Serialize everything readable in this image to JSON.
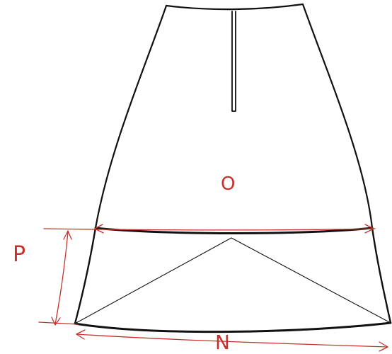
{
  "labels": {
    "o": "O",
    "p": "P",
    "n": "N"
  },
  "colors": {
    "ink": "#111111",
    "annotation": "#c8312b"
  }
}
